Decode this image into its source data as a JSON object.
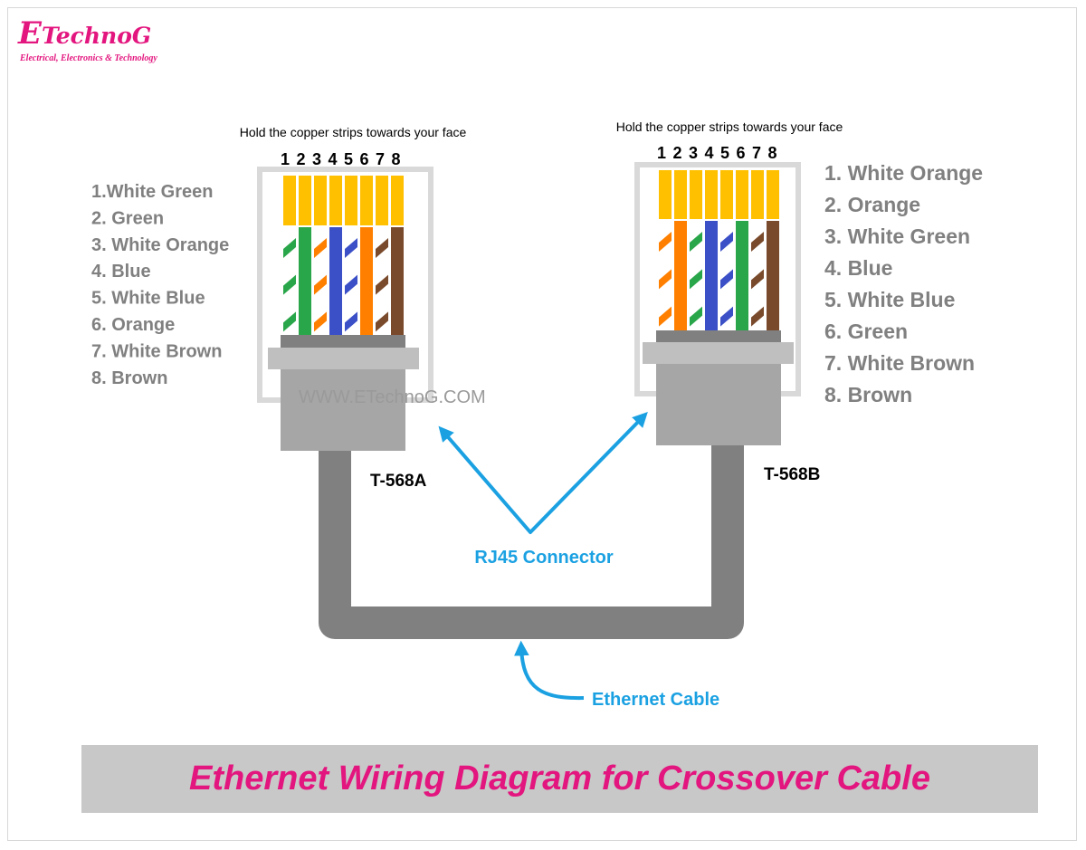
{
  "logo": {
    "initial": "E",
    "rest": "TechnoG",
    "tagline": "Electrical, Electronics & Technology"
  },
  "colors": {
    "accent": "#e3157e",
    "label_gray": "#808080",
    "annotation_blue": "#1ba1e2",
    "cable_gray": "#808080",
    "connector_gray": "#a6a6a6",
    "contact_yellow": "#ffc000",
    "green": "#2aa64a",
    "orange": "#ff8000",
    "blue": "#3b4fc7",
    "brown": "#7a4a2c"
  },
  "instruction": "Hold the copper strips towards your face",
  "pin_numbers": [
    "1",
    "2",
    "3",
    "4",
    "5",
    "6",
    "7",
    "8"
  ],
  "left_connector": {
    "standard": "T-568A",
    "wires": [
      {
        "color": "green",
        "striped": true
      },
      {
        "color": "green",
        "striped": false
      },
      {
        "color": "orange",
        "striped": true
      },
      {
        "color": "blue",
        "striped": false
      },
      {
        "color": "blue",
        "striped": true
      },
      {
        "color": "orange",
        "striped": false
      },
      {
        "color": "brown",
        "striped": true
      },
      {
        "color": "brown",
        "striped": false
      }
    ],
    "labels": [
      "1.White Green",
      "2. Green",
      "3. White Orange",
      "4. Blue",
      "5. White Blue",
      "6. Orange",
      "7.  White Brown",
      "8. Brown"
    ]
  },
  "right_connector": {
    "standard": "T-568B",
    "wires": [
      {
        "color": "orange",
        "striped": true
      },
      {
        "color": "orange",
        "striped": false
      },
      {
        "color": "green",
        "striped": true
      },
      {
        "color": "blue",
        "striped": false
      },
      {
        "color": "blue",
        "striped": true
      },
      {
        "color": "green",
        "striped": false
      },
      {
        "color": "brown",
        "striped": true
      },
      {
        "color": "brown",
        "striped": false
      }
    ],
    "labels": [
      "1. White Orange",
      "2. Orange",
      "3. White Green",
      "4. Blue",
      "5. White Blue",
      "6. Green",
      "7. White Brown",
      "8. Brown"
    ]
  },
  "watermark": "WWW.ETechnoG.COM",
  "annotations": {
    "rj45": "RJ45 Connector",
    "cable": "Ethernet Cable"
  },
  "title": "Ethernet Wiring Diagram for Crossover Cable"
}
